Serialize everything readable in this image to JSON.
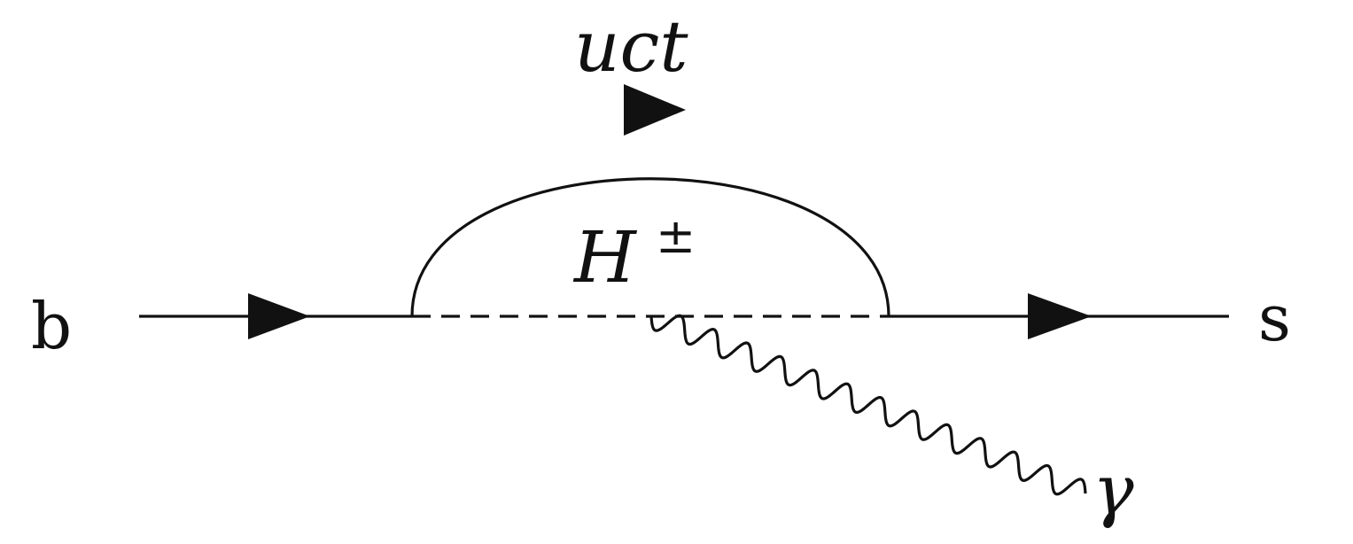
{
  "diagram": {
    "labels": {
      "incoming_quark": "b",
      "outgoing_quark": "s",
      "loop_quarks": "uct",
      "scalar": "H",
      "scalar_charge": "±",
      "photon": "γ"
    },
    "colors": {
      "ink": "#111111",
      "background": "#ffffff"
    }
  }
}
